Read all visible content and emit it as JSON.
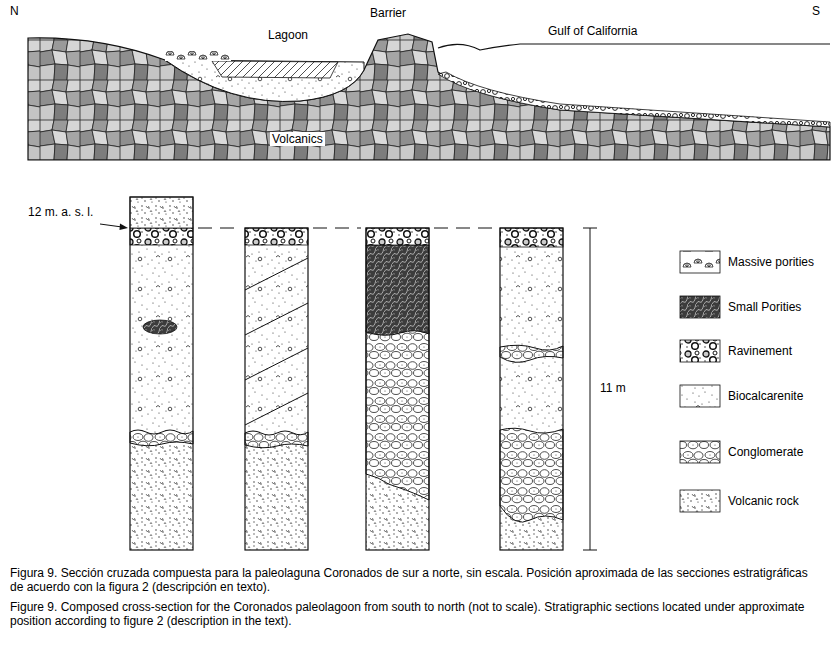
{
  "diagram": {
    "caption": "Figura 9. Sección cruzada compuesta para la paleolaguna Coronados de sur a norte, sin escala. Posición aproximada de las secciones estratigráficas de acuerdo con la figura 2 (descripción en texto).",
    "labels": [
      "N",
      "S",
      "Lagoon",
      "Barrier",
      "Gulf of California",
      "Volcanics",
      "12 m. a. s. l.",
      "11 m",
      "Figure 9. Composed cross-section for the Coronados paleolagoon from south to north (not to scale). Stratigraphic sections located under approximate position according to figure 2 (description in the text)."
    ],
    "legend": [
      {
        "text": "Massive porities"
      },
      {
        "text": "Small Porities"
      },
      {
        "text": "Ravinement"
      },
      {
        "text": "Biocalcarenite"
      },
      {
        "text": "Conglomerate"
      },
      {
        "text": "Volcanic rock"
      }
    ]
  }
}
